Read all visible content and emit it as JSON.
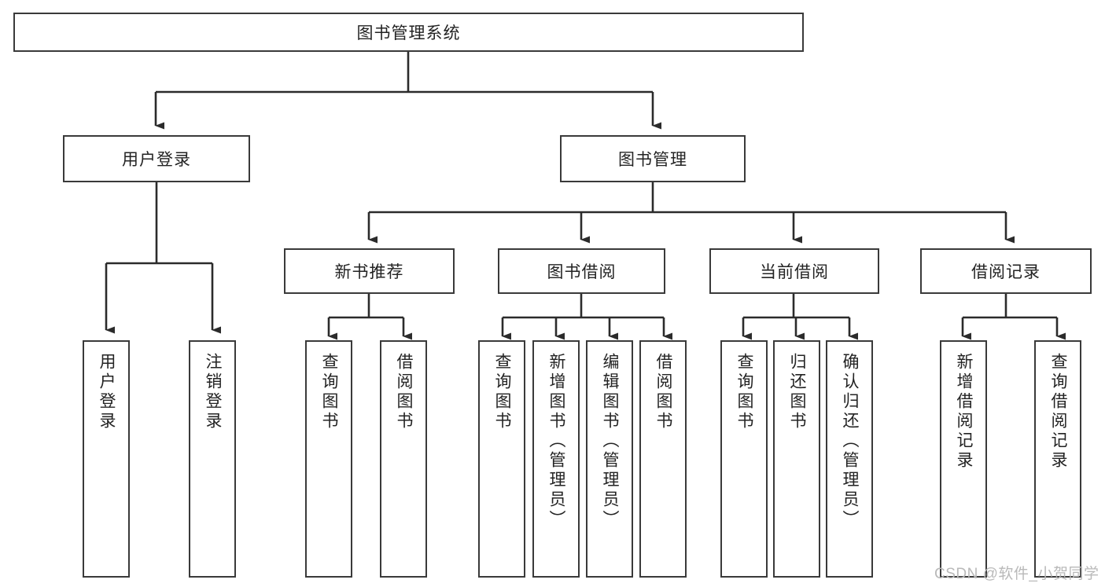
{
  "diagram": {
    "type": "tree",
    "title": "图书管理系统",
    "orientation": "top-down",
    "colors": {
      "border": "#3a3a3a",
      "fill": "#ffffff",
      "text": "#232323",
      "line": "#2b2b2b",
      "watermark": "#b9b9b9"
    },
    "levels": {
      "root": "图书管理系统",
      "level2": [
        "用户登录",
        "图书管理"
      ],
      "level3": [
        "新书推荐",
        "图书借阅",
        "当前借阅",
        "借阅记录"
      ]
    },
    "nodes": {
      "root": {
        "label": "图书管理系统"
      },
      "user_login": {
        "label": "用户登录"
      },
      "book_manage": {
        "label": "图书管理"
      },
      "new_book_rec": {
        "label": "新书推荐"
      },
      "book_borrow": {
        "label": "图书借阅"
      },
      "current_borrow": {
        "label": "当前借阅"
      },
      "borrow_record": {
        "label": "借阅记录"
      },
      "leaf_user_login": {
        "label": "用户登录"
      },
      "leaf_logout": {
        "label": "注销登录"
      },
      "leaf_query_book_1": {
        "label": "查询图书"
      },
      "leaf_borrow_book_1": {
        "label": "借阅图书"
      },
      "leaf_query_book_2": {
        "label": "查询图书"
      },
      "leaf_add_book": {
        "label": "新增图书（管理员）"
      },
      "leaf_edit_book": {
        "label": "编辑图书（管理员）"
      },
      "leaf_borrow_book_2": {
        "label": "借阅图书"
      },
      "leaf_query_book_3": {
        "label": "查询图书"
      },
      "leaf_return_book": {
        "label": "归还图书"
      },
      "leaf_confirm_return": {
        "label": "确认归还（管理员）"
      },
      "leaf_add_record": {
        "label": "新增借阅记录"
      },
      "leaf_query_record": {
        "label": "查询借阅记录"
      }
    },
    "edges": [
      {
        "from": "root",
        "to": "user_login"
      },
      {
        "from": "root",
        "to": "book_manage"
      },
      {
        "from": "user_login",
        "to": "leaf_user_login"
      },
      {
        "from": "user_login",
        "to": "leaf_logout"
      },
      {
        "from": "book_manage",
        "to": "new_book_rec"
      },
      {
        "from": "book_manage",
        "to": "book_borrow"
      },
      {
        "from": "book_manage",
        "to": "current_borrow"
      },
      {
        "from": "book_manage",
        "to": "borrow_record"
      },
      {
        "from": "new_book_rec",
        "to": "leaf_query_book_1"
      },
      {
        "from": "new_book_rec",
        "to": "leaf_borrow_book_1"
      },
      {
        "from": "book_borrow",
        "to": "leaf_query_book_2"
      },
      {
        "from": "book_borrow",
        "to": "leaf_add_book"
      },
      {
        "from": "book_borrow",
        "to": "leaf_edit_book"
      },
      {
        "from": "book_borrow",
        "to": "leaf_borrow_book_2"
      },
      {
        "from": "current_borrow",
        "to": "leaf_query_book_3"
      },
      {
        "from": "current_borrow",
        "to": "leaf_return_book"
      },
      {
        "from": "current_borrow",
        "to": "leaf_confirm_return"
      },
      {
        "from": "borrow_record",
        "to": "leaf_add_record"
      },
      {
        "from": "borrow_record",
        "to": "leaf_query_record"
      }
    ]
  },
  "watermark": {
    "text": "CSDN @软件_小贺同学"
  }
}
